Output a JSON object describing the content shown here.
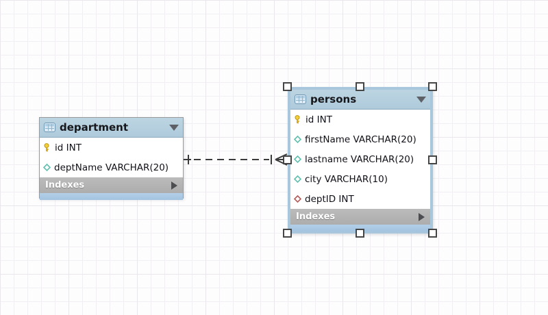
{
  "diagram": {
    "relationship": {
      "style": "dashed-non-identifying",
      "cardinality": "1:n",
      "from_table": "department",
      "from_end": "one-mandatory-tick",
      "to_table": "persons",
      "to_end": "many-crow-foot"
    },
    "tables": [
      {
        "name": "department",
        "selected": false,
        "indexes_label": "Indexes",
        "columns": [
          {
            "icon": "primary-key-icon",
            "text": "id INT"
          },
          {
            "icon": "column-icon",
            "text": "deptName VARCHAR(20)"
          }
        ]
      },
      {
        "name": "persons",
        "selected": true,
        "indexes_label": "Indexes",
        "columns": [
          {
            "icon": "primary-key-icon",
            "text": "id INT"
          },
          {
            "icon": "column-icon",
            "text": "firstName VARCHAR(20)"
          },
          {
            "icon": "column-icon",
            "text": "lastname VARCHAR(20)"
          },
          {
            "icon": "column-icon",
            "text": "city VARCHAR(10)"
          },
          {
            "icon": "fk-column-icon",
            "text": "deptID INT"
          }
        ]
      }
    ]
  },
  "colors": {
    "header_blue": "#b4cedd",
    "footer_blue": "#a9c8e4",
    "selection_frame_blue": "#a8c7dc",
    "indexes_gray": "#b4b4b4",
    "key_yellow": "#f0c62c",
    "column_diamond_teal": "#5fbfae",
    "fk_diamond_red": "#b25b57",
    "connector_dark": "#3b3b3b",
    "grid_line": "#f1eff3"
  }
}
